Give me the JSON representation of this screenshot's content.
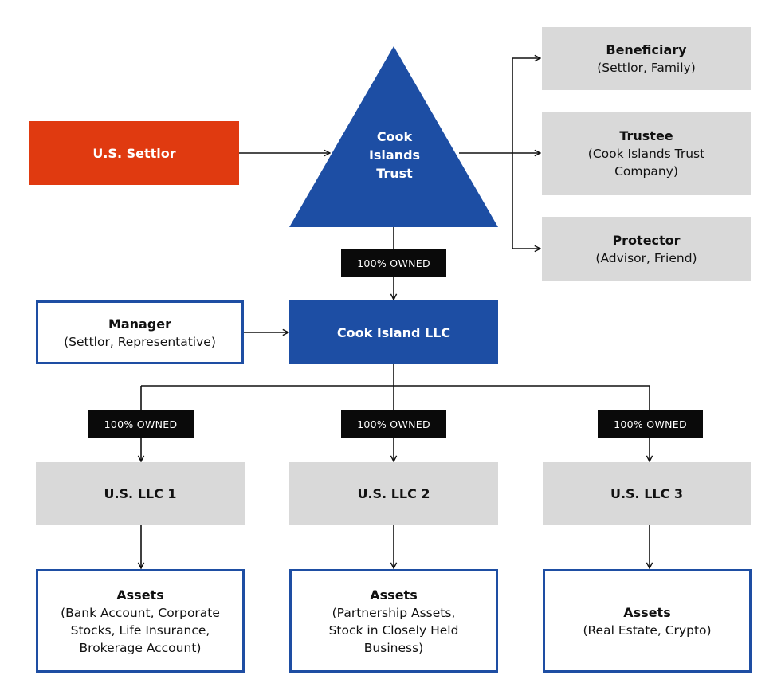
{
  "settlor": {
    "title": "U.S. Settlor"
  },
  "trust": {
    "title_lines": [
      "Cook",
      "Islands",
      "Trust"
    ]
  },
  "beneficiary": {
    "title": "Beneficiary",
    "subtitle": "(Settlor, Family)"
  },
  "trustee": {
    "title": "Trustee",
    "subtitle_lines": [
      "(Cook Islands Trust",
      "Company)"
    ]
  },
  "protector": {
    "title": "Protector",
    "subtitle": "(Advisor, Friend)"
  },
  "ownership_label": "100% OWNED",
  "manager": {
    "title": "Manager",
    "subtitle": "(Settlor, Representative)"
  },
  "llc": {
    "title": "Cook Island LLC"
  },
  "us_llcs": [
    {
      "title": "U.S. LLC 1"
    },
    {
      "title": "U.S. LLC 2"
    },
    {
      "title": "U.S. LLC 3"
    }
  ],
  "assets": [
    {
      "title": "Assets",
      "lines": [
        "(Bank Account, Corporate",
        "Stocks, Life Insurance,",
        "Brokerage Account)"
      ]
    },
    {
      "title": "Assets",
      "lines": [
        "(Partnership Assets,",
        "Stock in Closely Held",
        "Business)"
      ]
    },
    {
      "title": "Assets",
      "lines": [
        "(Real Estate, Crypto)"
      ]
    }
  ],
  "colors": {
    "orange": "#e03a10",
    "blue": "#1d4ea4",
    "gray": "#d9d9d9",
    "black": "#0a0a0a"
  }
}
